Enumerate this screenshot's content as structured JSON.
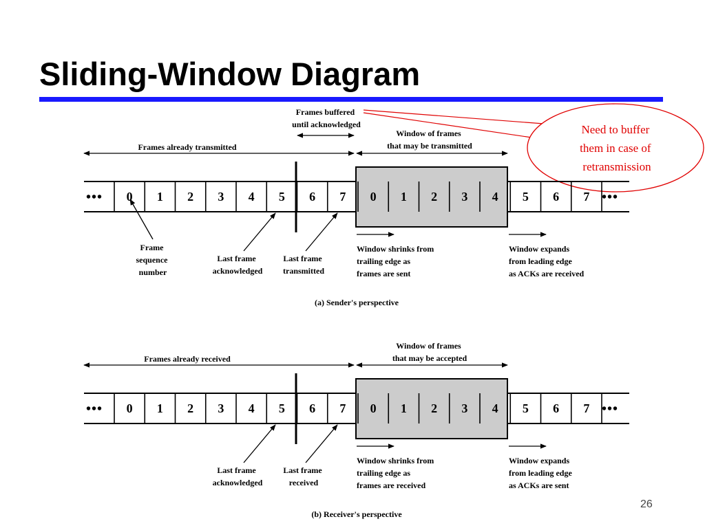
{
  "slide": {
    "title": "Sliding-Window Diagram",
    "page_number": "26"
  },
  "callout": {
    "lines": [
      "Need to buffer",
      "them in case of",
      "retransmission"
    ],
    "color": "#e00000"
  },
  "sender": {
    "caption": "(a) Sender's perspective",
    "cells": [
      "0",
      "1",
      "2",
      "3",
      "4",
      "5",
      "6",
      "7",
      "0",
      "1",
      "2",
      "3",
      "4",
      "5",
      "6",
      "7"
    ],
    "ellipsis": "•••",
    "frames_buffered": [
      "Frames buffered",
      "until acknowledged"
    ],
    "already_label": "Frames already transmitted",
    "window_label": [
      "Window of frames",
      "that may be transmitted"
    ],
    "sequence_label": [
      "Frame",
      "sequence",
      "number"
    ],
    "last_ack": [
      "Last frame",
      "acknowledged"
    ],
    "last_sent": [
      "Last frame",
      "transmitted"
    ],
    "shrinks": [
      "Window shrinks from",
      "trailing edge as",
      "frames are sent"
    ],
    "expands": [
      "Window expands",
      "from leading edge",
      "as ACKs are received"
    ]
  },
  "receiver": {
    "caption": "(b) Receiver's perspective",
    "cells": [
      "0",
      "1",
      "2",
      "3",
      "4",
      "5",
      "6",
      "7",
      "0",
      "1",
      "2",
      "3",
      "4",
      "5",
      "6",
      "7"
    ],
    "ellipsis": "•••",
    "already_label": "Frames already received",
    "window_label": [
      "Window of frames",
      "that may be accepted"
    ],
    "last_ack": [
      "Last frame",
      "acknowledged"
    ],
    "last_recv": [
      "Last frame",
      "received"
    ],
    "shrinks": [
      "Window shrinks from",
      "trailing edge as",
      "frames are received"
    ],
    "expands": [
      "Window expands",
      "from leading edge",
      "as ACKs are sent"
    ]
  },
  "colors": {
    "window_fill": "#cccccc",
    "title_rule": "#1a1aff"
  }
}
